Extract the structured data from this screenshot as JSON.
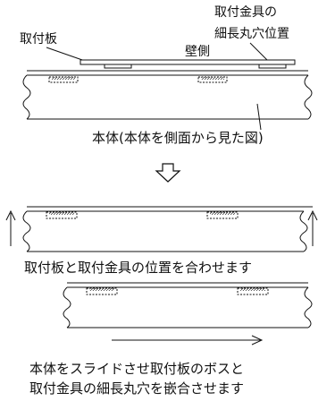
{
  "labels": {
    "mounting_plate": "取付板",
    "bracket_slot_line1": "取付金具の",
    "bracket_slot_line2": "細長丸穴位置",
    "wall_side": "壁側",
    "main_body_side_view": "本体(本体を側面から見た図)"
  },
  "captions": {
    "align_step": "取付板と取付金具の位置を合わせます",
    "slide_step_line1": "本体をスライドさせ取付板のボスと",
    "slide_step_line2": "取付金具の細長丸穴を嵌合させます"
  },
  "icons": {
    "down_arrow": "down-arrow-icon",
    "up_arrows": "up-arrow-icon",
    "right_arrow": "right-arrow-icon"
  }
}
